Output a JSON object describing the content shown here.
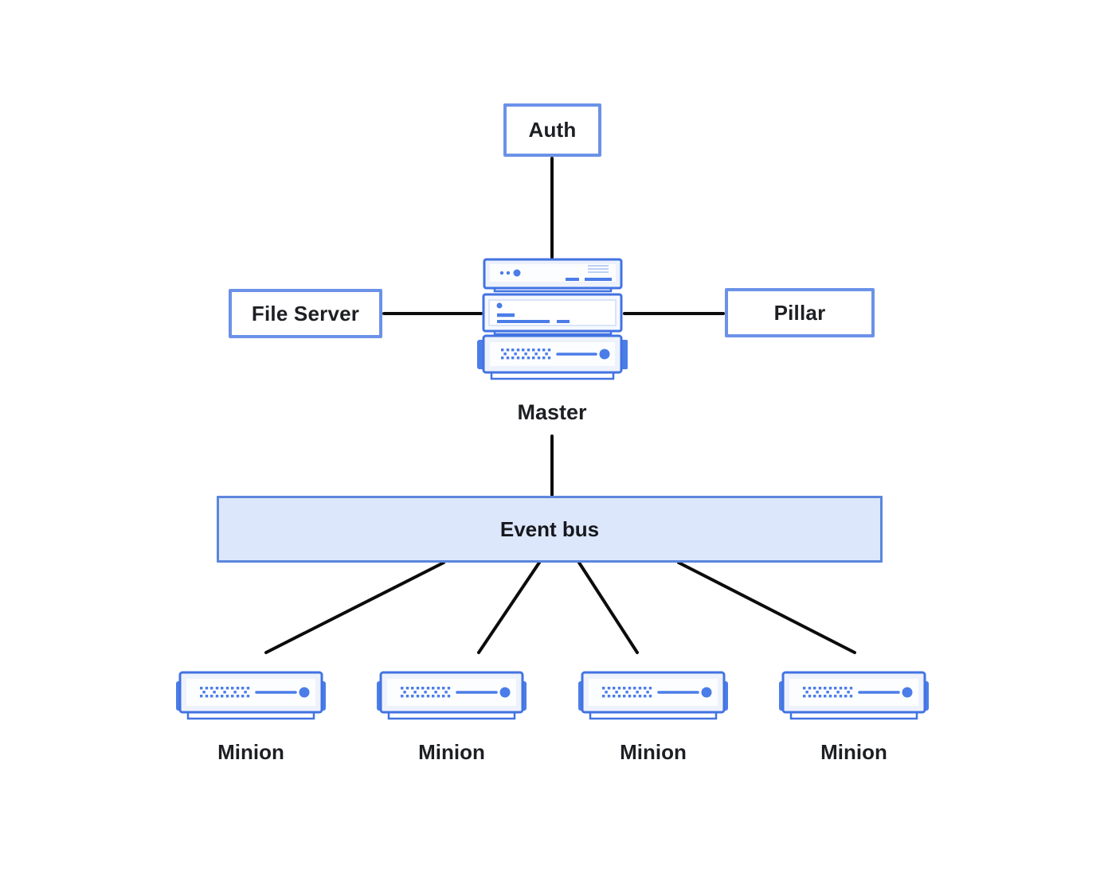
{
  "diagram": {
    "kind": "architecture-diagram",
    "nodes": {
      "auth": {
        "label": "Auth",
        "shape": "outlined-box"
      },
      "file_server": {
        "label": "File Server",
        "shape": "outlined-box"
      },
      "pillar": {
        "label": "Pillar",
        "shape": "outlined-box"
      },
      "master": {
        "label": "Master",
        "icon": "server-stack-icon"
      },
      "event_bus": {
        "label": "Event bus",
        "shape": "filled-bar"
      },
      "minions": [
        {
          "label": "Minion",
          "icon": "server-icon"
        },
        {
          "label": "Minion",
          "icon": "server-icon"
        },
        {
          "label": "Minion",
          "icon": "server-icon"
        },
        {
          "label": "Minion",
          "icon": "server-icon"
        }
      ]
    },
    "edges": [
      {
        "from": "Auth",
        "to": "Master"
      },
      {
        "from": "File Server",
        "to": "Master"
      },
      {
        "from": "Master",
        "to": "Pillar"
      },
      {
        "from": "Master",
        "to": "Event bus"
      },
      {
        "from": "Event bus",
        "to": "Minion 1"
      },
      {
        "from": "Event bus",
        "to": "Minion 2"
      },
      {
        "from": "Event bus",
        "to": "Minion 3"
      },
      {
        "from": "Event bus",
        "to": "Minion 4"
      }
    ],
    "colors": {
      "background": "#ffffff",
      "box_border": "#6b92e8",
      "event_bus_fill": "#dce7fb",
      "event_bus_border": "#5c86de",
      "icon_stroke": "#4273e2",
      "icon_fill": "#edf2fc",
      "icon_accent": "#4b7de8",
      "icon_vent": "#bdd1f4",
      "connector_line": "#0c0c0c",
      "text": "#1d1f23"
    }
  }
}
